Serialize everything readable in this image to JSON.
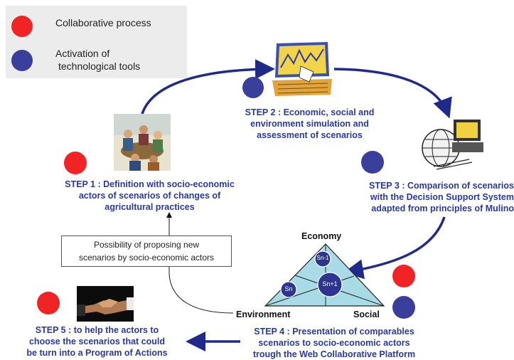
{
  "legend": {
    "items": [
      {
        "label": "Collaborative process",
        "color": "#f02424"
      },
      {
        "label_line1": "Activation of",
        "label_line2": "technological tools",
        "color": "#3a3f9c"
      }
    ]
  },
  "steps": {
    "step1": {
      "line1": "STEP 1 : Definition with socio-economic",
      "line2": "actors of scenarios of changes of",
      "line3": "agricultural practices"
    },
    "step2": {
      "line1": "STEP 2 : Economic, social and",
      "line2": "environment simulation and",
      "line3": "assessment of scenarios"
    },
    "step3": {
      "line1": "STEP 3 : Comparison of scenarios",
      "line2": "with the Decision Support System",
      "line3": "adapted from principles of Mulino"
    },
    "step4": {
      "line1": "STEP 4 : Presentation of comparables",
      "line2": "scenarios to socio-economic actors",
      "line3": "trough the Web Collaborative Platform"
    },
    "step5": {
      "line1": "STEP 5 : to help the actors to",
      "line2": "choose the scenarios that could",
      "line3": "be turn into a Program of Actions"
    }
  },
  "note": {
    "line1": "Possibility of proposing new",
    "line2": "scenarios by socio-economic actors"
  },
  "triangle": {
    "top": "Economy",
    "left": "Environment",
    "right": "Social",
    "circles": {
      "a": "Sn-1",
      "b": "Sn+1",
      "c": "Sn"
    }
  },
  "colors": {
    "accent_blue": "#2b3a9a",
    "arrow_navy": "#1f2a8a",
    "triangle_fill": "#a9dbe6"
  }
}
